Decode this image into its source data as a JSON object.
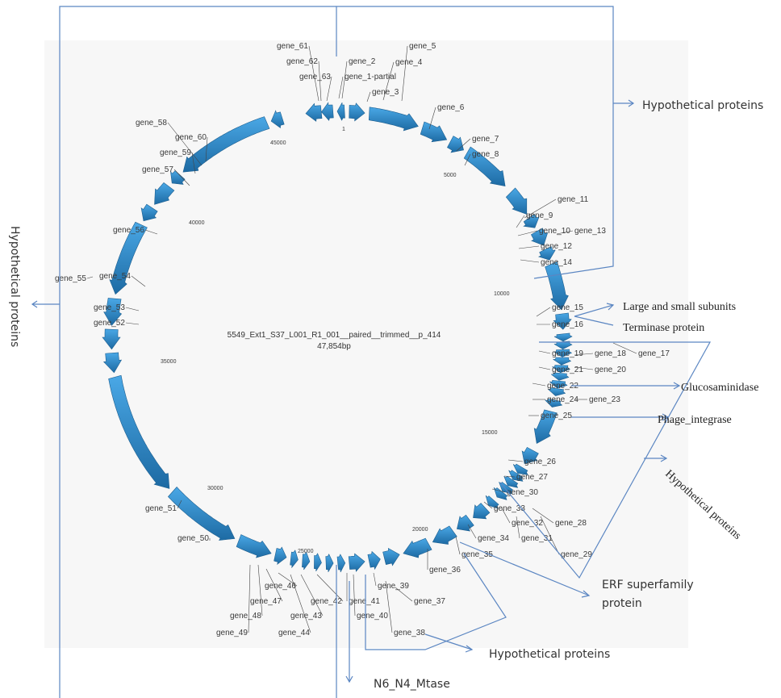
{
  "genome": {
    "name": "5549_Ext1_S37_L001_R1_001__paired__trimmed__p_414",
    "size_label": "47,854bp"
  },
  "colors": {
    "arrow": "#2f8fd0",
    "arrow_dark": "#1e6ea8",
    "bracket": "#5b86c2",
    "text": "#333333"
  },
  "position_ticks": [
    "1",
    "5000",
    "10000",
    "15000",
    "20000",
    "25000",
    "30000",
    "35000",
    "40000",
    "45000"
  ],
  "genes": [
    "gene_1-partial",
    "gene_2",
    "gene_3",
    "gene_4",
    "gene_5",
    "gene_6",
    "gene_7",
    "gene_8",
    "gene_9",
    "gene_10",
    "gene_11",
    "gene_12",
    "gene_13",
    "gene_14",
    "gene_15",
    "gene_16",
    "gene_17",
    "gene_18",
    "gene_19",
    "gene_20",
    "gene_21",
    "gene_22",
    "gene_23",
    "gene_24",
    "gene_25",
    "gene_26",
    "gene_27",
    "gene_28",
    "gene_29",
    "gene_30",
    "gene_31",
    "gene_32",
    "gene_33",
    "gene_34",
    "gene_35",
    "gene_36",
    "gene_37",
    "gene_38",
    "gene_39",
    "gene_40",
    "gene_41",
    "gene_42",
    "gene_43",
    "gene_44",
    "gene_46",
    "gene_47",
    "gene_48",
    "gene_49",
    "gene_50",
    "gene_51",
    "gene_52",
    "gene_53",
    "gene_54",
    "gene_55",
    "gene_56",
    "gene_57",
    "gene_58",
    "gene_59",
    "gene_60",
    "gene_61",
    "gene_62",
    "gene_63"
  ],
  "annotations": {
    "hyp_top_right": "Hypothetical proteins",
    "hyp_left": "Hypothetical proteins",
    "terminase_line1": "Large and small subunits",
    "terminase_line2": "Terminase protein",
    "glucosaminidase": "Glucosaminidase",
    "phage_integrase": "Phage_integrase",
    "hyp_right_rotated": "Hypothetical proteins",
    "erf_line1": "ERF superfamily",
    "erf_line2": "protein",
    "hyp_bottom": "Hypothetical proteins",
    "mtase": "N6_N4_Mtase"
  }
}
